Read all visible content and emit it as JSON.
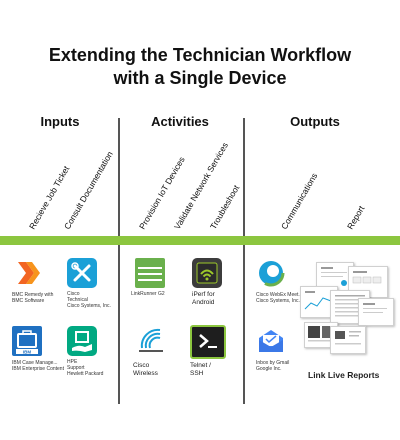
{
  "title": {
    "line1": "Extending the Technician Workflow",
    "line2": "with a Single Device"
  },
  "columns": {
    "inputs": {
      "heading": "Inputs",
      "labels": [
        "Recieve Job Ticket",
        "Consult Documentation"
      ],
      "apps": [
        {
          "icon": "bmc-logo-icon",
          "caption": "BMC Remedy with\nBMC Software"
        },
        {
          "icon": "cisco-technical-icon",
          "caption": "Cisco\nTechnical\nCisco Systems, Inc."
        },
        {
          "icon": "ibm-case-icon",
          "caption": "IBM Case Manage...\nIBM Enterprise Content"
        },
        {
          "icon": "hpe-support-icon",
          "caption": "HPE\nSupport\nHewlett Packard"
        }
      ]
    },
    "activities": {
      "heading": "Activities",
      "labels": [
        "Provision IoT Devices",
        "Validate Network Services",
        "Troubleshoot"
      ],
      "apps": [
        {
          "icon": "linkrunner-icon",
          "caption": "LinkRunner G2"
        },
        {
          "icon": "iperf-icon",
          "caption": "iPerf for\nAndroid"
        },
        {
          "icon": "cisco-wireless-icon",
          "caption": "Cisco\nWireless"
        },
        {
          "icon": "terminal-icon",
          "caption": "Telnet /\nSSH"
        }
      ]
    },
    "outputs": {
      "heading": "Outputs",
      "labels": [
        "Communications",
        "Report"
      ],
      "apps": [
        {
          "icon": "webex-meetings-icon",
          "caption": "Cisco WebEx Meet...\nCisco Systems, Inc."
        },
        {
          "icon": "inbox-icon",
          "caption": "Inbox by Gmail\nGoogle Inc."
        }
      ],
      "report_caption": "Link Live Reports"
    }
  },
  "colors": {
    "band": "#8cc63f",
    "divider": "#555555",
    "bmc_orange": "#f26522",
    "cisco_blue": "#1ba0d7",
    "ibm_blue": "#1f70c1",
    "hpe_green": "#01a982",
    "linkrunner_green": "#6ab04c"
  }
}
